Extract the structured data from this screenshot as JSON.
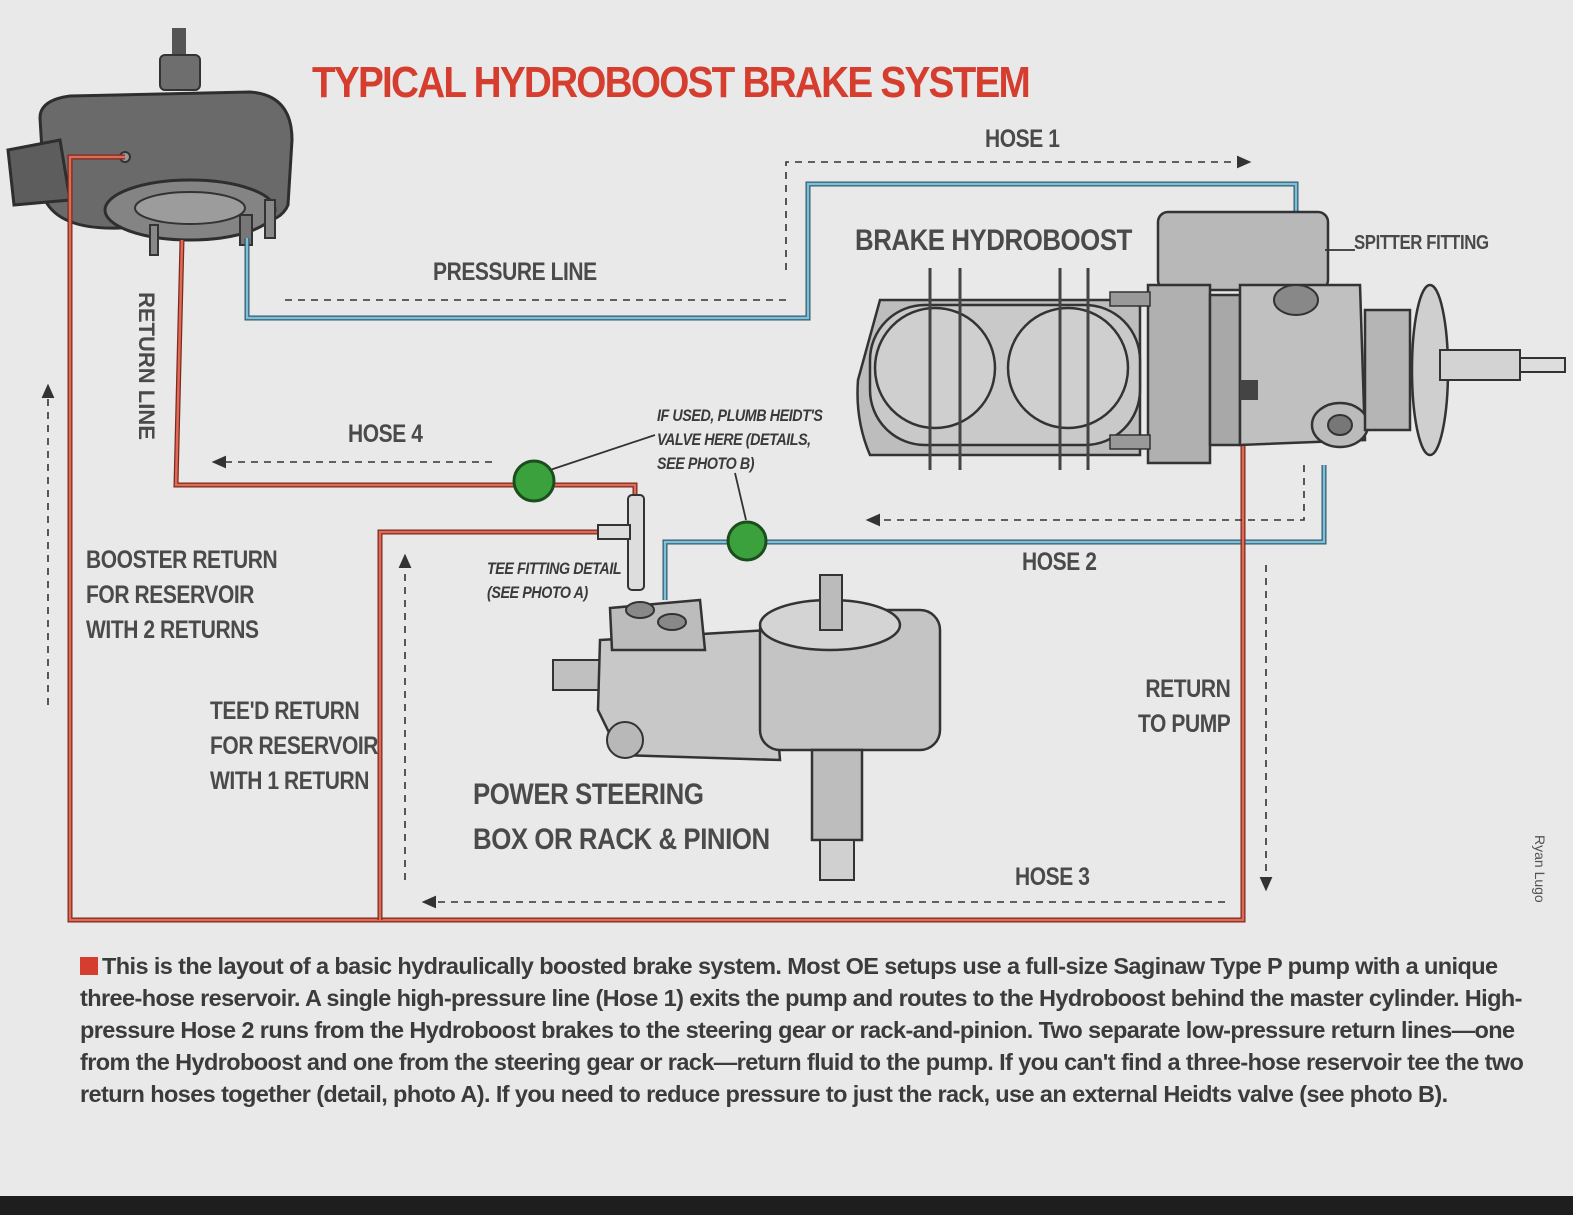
{
  "title": "TYPICAL HYDROBOOST BRAKE SYSTEM",
  "labels": {
    "hose1": "HOSE 1",
    "pressure_line": "PRESSURE LINE",
    "brake_hydroboost": "BRAKE HYDROBOOST",
    "spitter_fitting": "SPITTER FITTING",
    "return_line": "RETURN LINE",
    "hose4": "HOSE 4",
    "heidt_valve": [
      "IF USED, PLUMB HEIDT'S",
      "VALVE HERE (DETAILS,",
      "SEE PHOTO B)"
    ],
    "tee_fitting": [
      "TEE FITTING DETAIL",
      "(SEE PHOTO A)"
    ],
    "hose2": "HOSE 2",
    "booster_return": [
      "BOOSTER RETURN",
      "FOR RESERVOIR",
      "WITH 2 RETURNS"
    ],
    "teed_return": [
      "TEE'D RETURN",
      "FOR RESERVOIR",
      "WITH 1 RETURN"
    ],
    "return_to_pump": [
      "RETURN",
      "TO PUMP"
    ],
    "power_steering": [
      "POWER STEERING",
      "BOX OR RACK & PINION"
    ],
    "hose3": "HOSE 3"
  },
  "caption": "This is the layout of a basic hydraulically boosted brake system. Most OE setups use a full-size Saginaw Type P pump with a unique three-hose reservoir. A single high-pressure line (Hose 1) exits the pump and routes to the Hydroboost behind the master cylinder. High-pressure Hose 2 runs from the Hydroboost brakes to the steering gear or rack-and-pinion. Two separate low-pressure return lines—one from the Hydroboost and one from the steering gear or rack—return fluid to the pump. If you can't find a three-hose reservoir tee the two return hoses together (detail, photo A). If you need to reduce pressure to just the rack, use an external Heidts valve (see photo B).",
  "credit": "Ryan Lugo",
  "colors": {
    "title": "#d53d2e",
    "pressure_hose": "#5ea9c7",
    "return_hose": "#d8513d",
    "valve": "#3aa13c",
    "component": "#9a9a9a"
  },
  "icons": [
    "power-steering-pump-icon",
    "hydroboost-unit-icon",
    "steering-box-icon",
    "heidts-valve-icon",
    "tee-fitting-icon"
  ]
}
